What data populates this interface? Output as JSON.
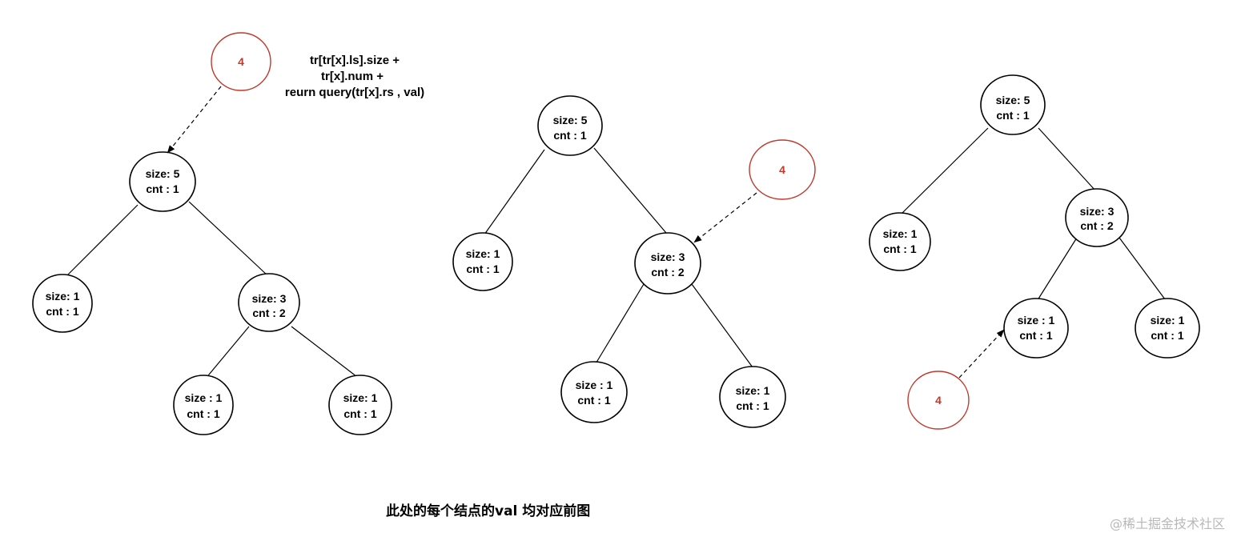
{
  "query_value": "4",
  "formula_lines": [
    "tr[tr[x].ls].size +",
    "tr[x].num  +",
    "reurn query(tr[x].rs ,  val)"
  ],
  "caption": "此处的每个结点的val 均对应前图",
  "watermark": "@稀土掘金技术社区",
  "colors": {
    "node_stroke": "#000000",
    "query_stroke": "#c0392b",
    "query_text": "#c0392b"
  },
  "trees": [
    {
      "id": "tree-1",
      "nodes": [
        {
          "id": "root",
          "line1": "size: 5",
          "line2": "cnt : 1"
        },
        {
          "id": "left",
          "line1": "size: 1",
          "line2": "cnt : 1"
        },
        {
          "id": "right",
          "line1": "size: 3",
          "line2": "cnt : 2"
        },
        {
          "id": "right-left",
          "line1": "size : 1",
          "line2": "cnt : 1"
        },
        {
          "id": "right-right",
          "line1": "size: 1",
          "line2": "cnt : 1"
        }
      ],
      "query_target": "root"
    },
    {
      "id": "tree-2",
      "nodes": [
        {
          "id": "root",
          "line1": "size: 5",
          "line2": "cnt : 1"
        },
        {
          "id": "left",
          "line1": "size: 1",
          "line2": "cnt : 1"
        },
        {
          "id": "right",
          "line1": "size: 3",
          "line2": "cnt : 2"
        },
        {
          "id": "right-left",
          "line1": "size : 1",
          "line2": "cnt : 1"
        },
        {
          "id": "right-right",
          "line1": "size: 1",
          "line2": "cnt : 1"
        }
      ],
      "query_target": "right"
    },
    {
      "id": "tree-3",
      "nodes": [
        {
          "id": "root",
          "line1": "size: 5",
          "line2": "cnt : 1"
        },
        {
          "id": "left",
          "line1": "size: 1",
          "line2": "cnt : 1"
        },
        {
          "id": "right",
          "line1": "size: 3",
          "line2": "cnt : 2"
        },
        {
          "id": "right-left",
          "line1": "size : 1",
          "line2": "cnt : 1"
        },
        {
          "id": "right-right",
          "line1": "size: 1",
          "line2": "cnt : 1"
        }
      ],
      "query_target": "right-left"
    }
  ]
}
